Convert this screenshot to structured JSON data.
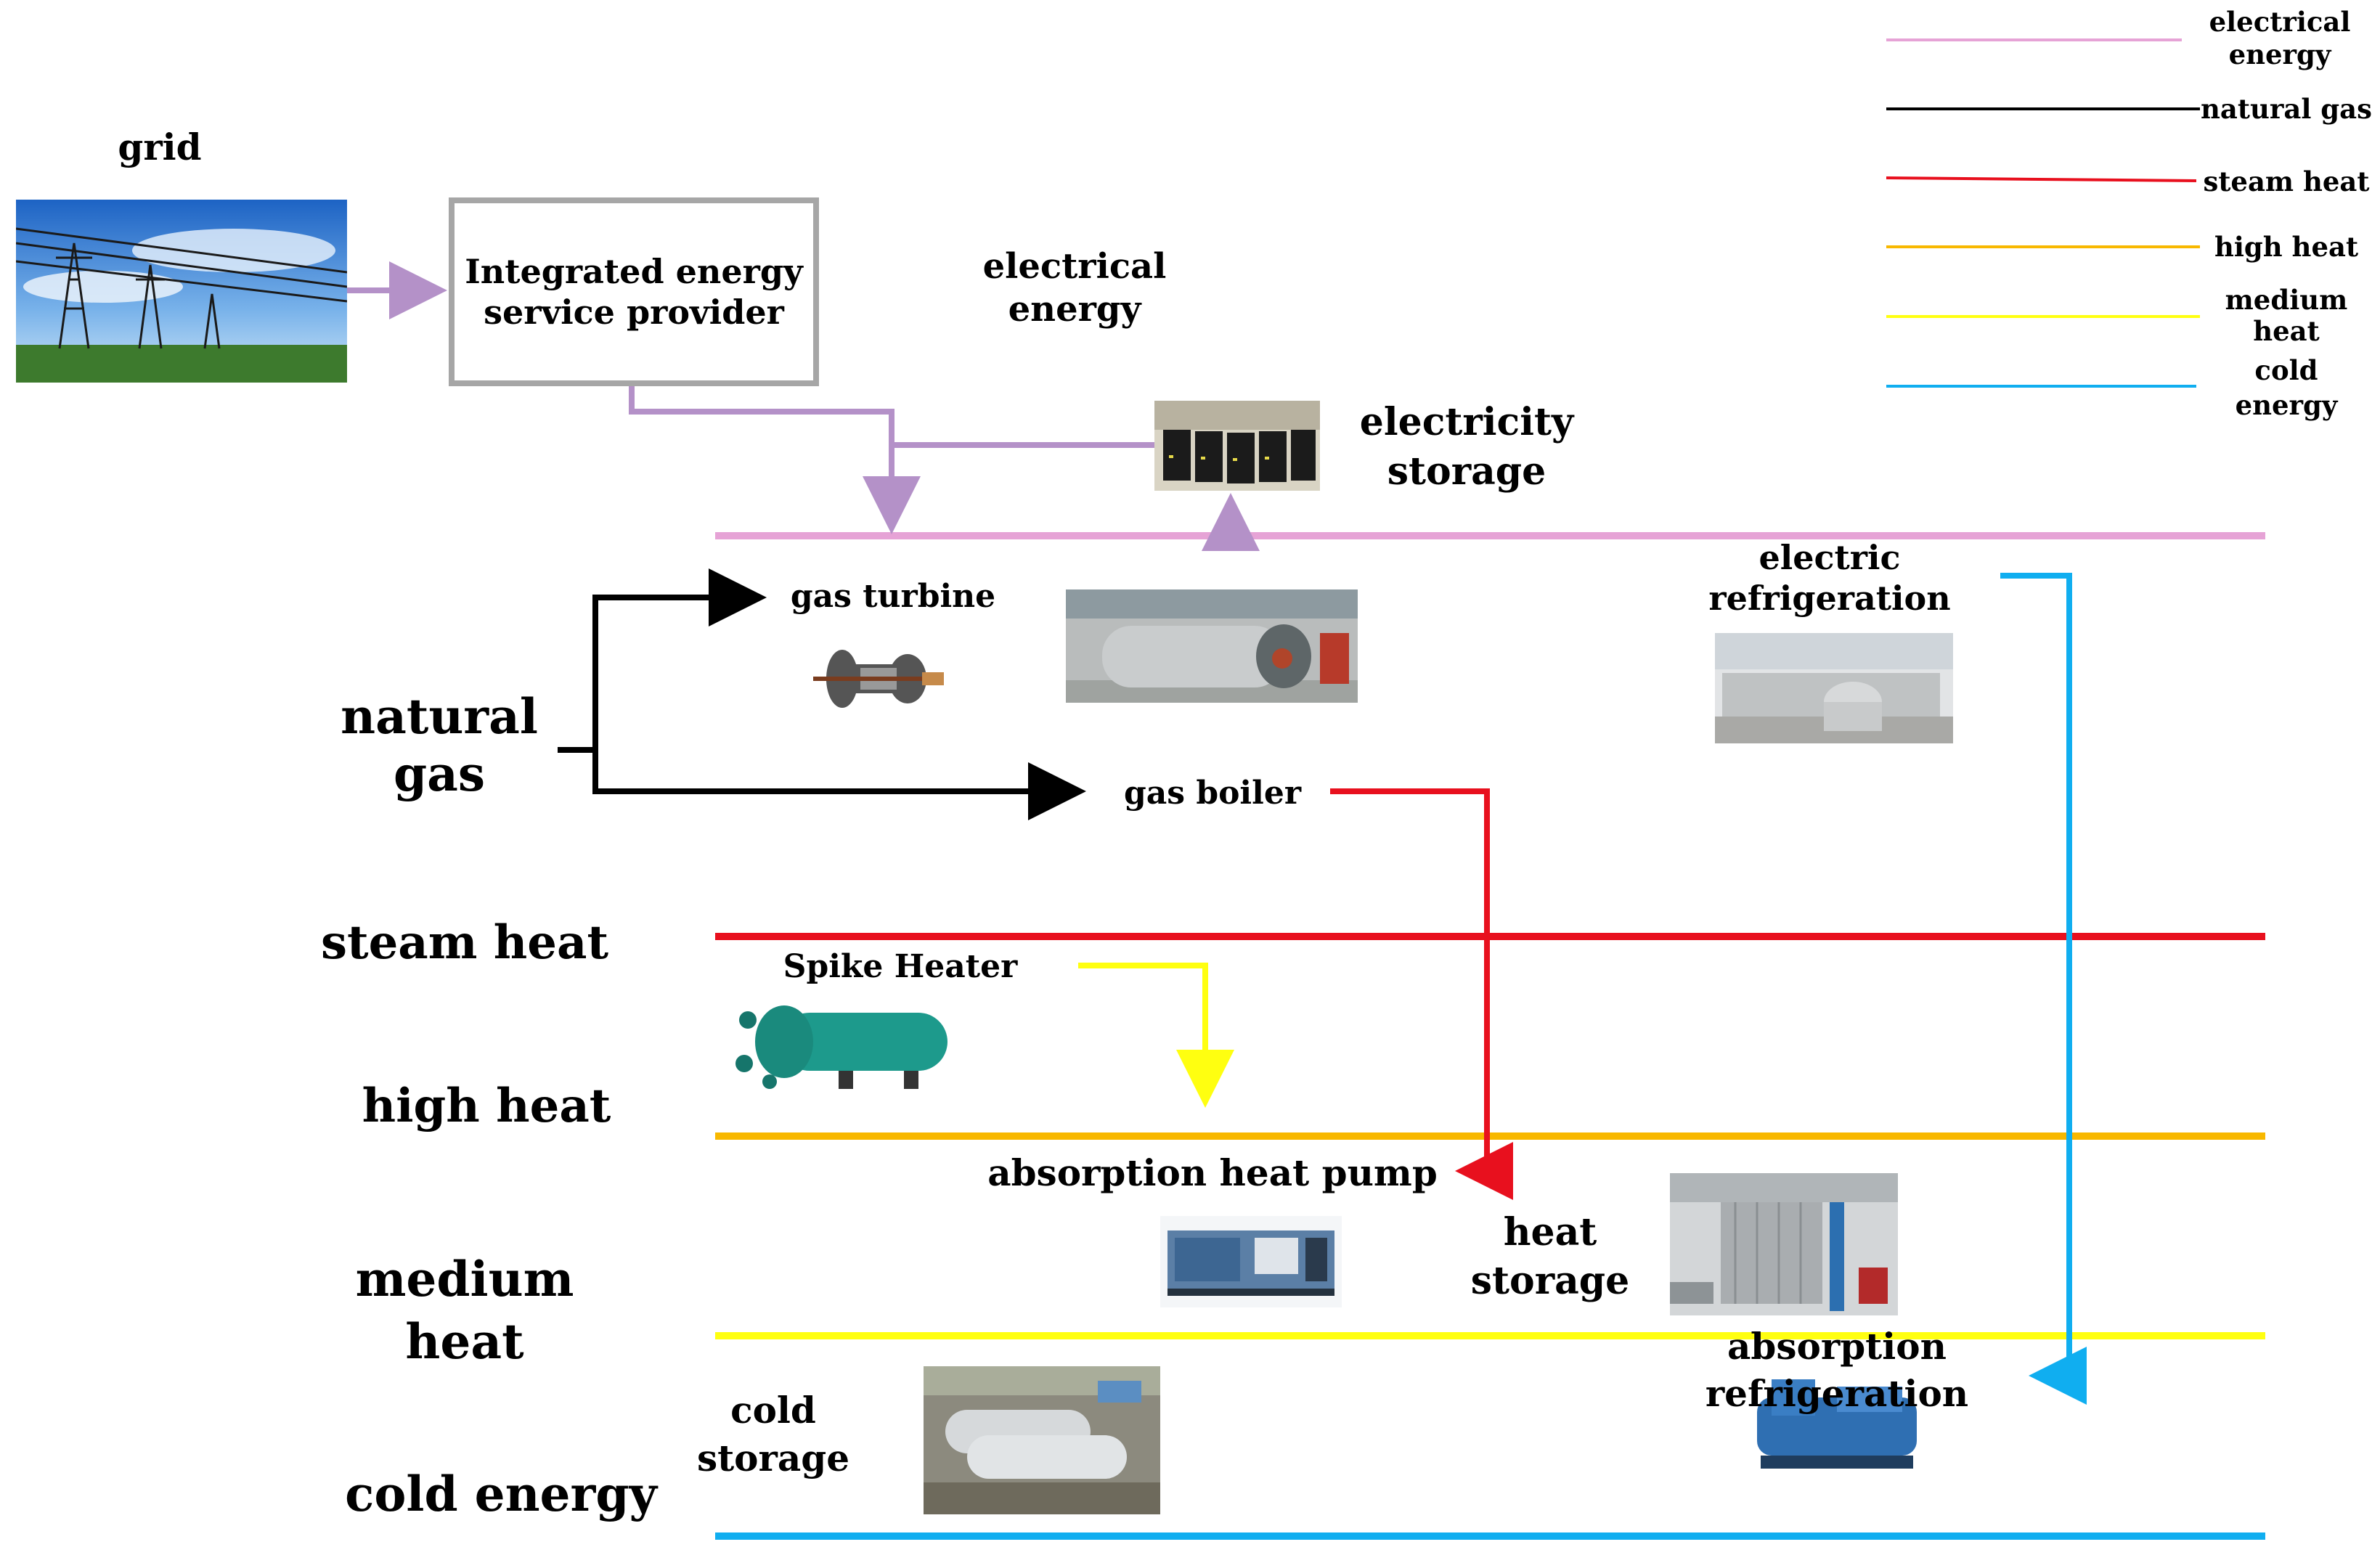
{
  "colors": {
    "electrical": "#e6a3d6",
    "grid_link": "#b491c8",
    "natural_gas": "#000000",
    "steam_heat": "#e8101e",
    "high_heat": "#f8b800",
    "medium_heat": "#ffff10",
    "cold_energy": "#10aef0",
    "box_border": "#a6a6a6"
  },
  "legend": [
    {
      "label": "electrical\nenergy",
      "color": "#e6a3d6"
    },
    {
      "label": "natural gas",
      "color": "#000000"
    },
    {
      "label": "steam heat",
      "color": "#e8101e"
    },
    {
      "label": "high  heat",
      "color": "#f8b800"
    },
    {
      "label": "medium\nheat",
      "color": "#ffff10"
    },
    {
      "label": "cold\nenergy",
      "color": "#10aef0"
    }
  ],
  "labels": {
    "grid": "grid",
    "provider": "Integrated energy\nservice provider",
    "electrical_energy": "electrical\nenergy",
    "electricity_storage": "electricity\nstorage",
    "gas_turbine": "gas turbine",
    "electric_refrigeration": "electric\nrefrigeration",
    "natural_gas": "natural\ngas",
    "gas_boiler": "gas boiler",
    "steam_heat": "steam heat",
    "spike_heater": "Spike Heater",
    "high_heat": "high  heat",
    "absorption_heat_pump": "absorption heat pump",
    "heat_storage": "heat\nstorage",
    "medium_heat": "medium\nheat",
    "absorption_refrigeration": "absorption\nrefrigeration",
    "cold_storage": "cold\nstorage",
    "cold_energy": "cold energy"
  },
  "pictures": {
    "grid": "power-grid-photo",
    "electricity_storage": "battery-cabinet-photo",
    "gas_turbine": "gas-turbine-photo",
    "gas_boiler": "gas-boiler-photo",
    "electric_refrigeration": "electric-chiller-photo",
    "spike_heater": "spike-heater-photo",
    "absorption_heat_pump": "heat-pump-photo",
    "heat_storage": "heat-storage-photo",
    "cold_storage": "cold-storage-tank-photo",
    "absorption_refrigeration": "absorption-chiller-photo"
  }
}
